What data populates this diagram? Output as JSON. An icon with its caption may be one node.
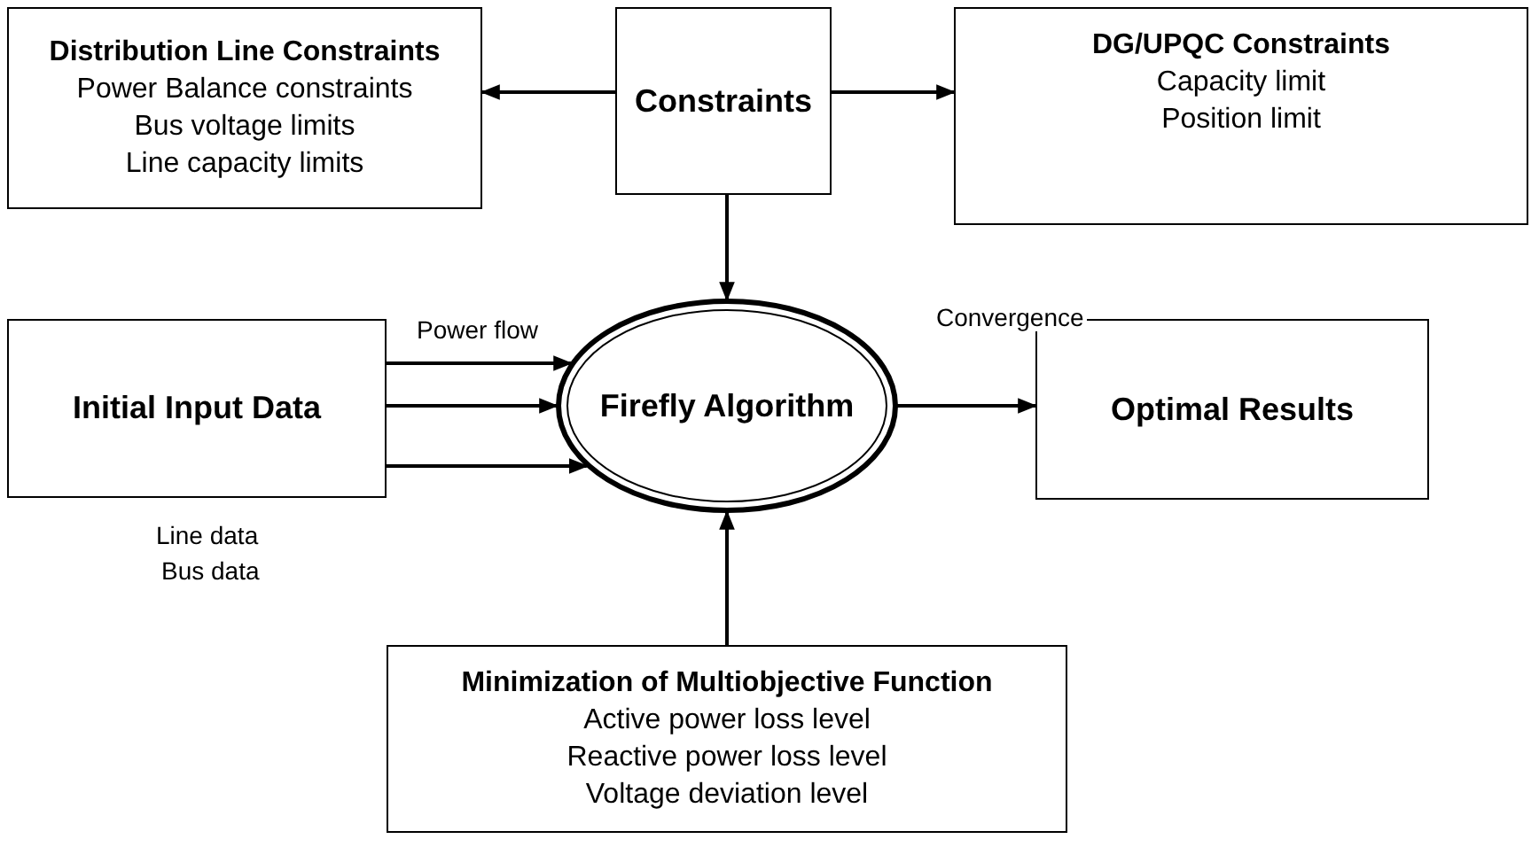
{
  "diagram": {
    "nodes": [
      {
        "text": [
          "Distribution Line Constraints",
          "Power Balance constraints",
          "Bus voltage limits",
          "Line capacity limits"
        ]
      },
      {
        "text": [
          "Constraints"
        ]
      },
      {
        "text": [
          "DG/UPQC Constraints",
          "Capacity limit",
          "Position limit"
        ]
      },
      {
        "text": [
          "Firefly Algorithm"
        ]
      },
      {
        "text": [
          "Initial Input Data"
        ]
      },
      {
        "text": [
          "Optimal Results"
        ]
      },
      {
        "text": [
          "Minimization of Multiobjective Function",
          "Active power loss level",
          "Reactive power loss level",
          "Voltage deviation level"
        ]
      }
    ],
    "edges": [
      {
        "from": 1,
        "to": 0,
        "arrow": "to"
      },
      {
        "from": 1,
        "to": 2,
        "arrow": "to"
      },
      {
        "from": 1,
        "to": 3,
        "arrow": "to"
      },
      {
        "from": 4,
        "to": 3,
        "arrow": "to",
        "label": "Power flow"
      },
      {
        "from": 4,
        "to": 3,
        "arrow": "to"
      },
      {
        "from": 4,
        "to": 3,
        "arrow": "to"
      },
      {
        "from": 3,
        "to": 5,
        "arrow": "to",
        "label": "Convergence"
      },
      {
        "from": 6,
        "to": 3,
        "arrow": "to"
      }
    ],
    "labels": [
      "Line data",
      "Bus data"
    ]
  }
}
